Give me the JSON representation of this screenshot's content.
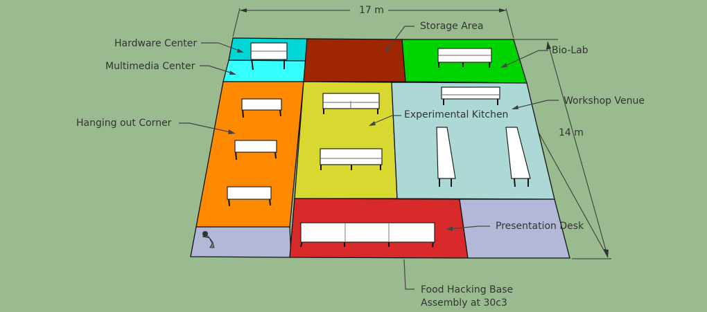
{
  "dimensions": {
    "width_label": "17 m",
    "depth_label": "14 m"
  },
  "zones": [
    {
      "name": "Hardware Center",
      "color": "#00d6d6"
    },
    {
      "name": "Multimedia Center",
      "color": "#36ffff"
    },
    {
      "name": "Storage Area",
      "color": "#9e2600"
    },
    {
      "name": "Bio-Lab",
      "color": "#00d400"
    },
    {
      "name": "Hanging out Corner",
      "color": "#ff8a00"
    },
    {
      "name": "Experimental Kitchen",
      "color": "#d8d830"
    },
    {
      "name": "Workshop Venue",
      "color": "#acd8d6"
    },
    {
      "name": "Presentation Desk",
      "color": "#b4b8d8"
    },
    {
      "name": "Food Hacking Base",
      "color": "#d82a2a"
    }
  ],
  "labels": {
    "hardware": "Hardware Center",
    "multimedia": "Multimedia Center",
    "storage": "Storage Area",
    "biolab": "Bio-Lab",
    "hanging": "Hanging out Corner",
    "kitchen": "Experimental Kitchen",
    "workshop": "Workshop Venue",
    "presentation": "Presentation Desk",
    "title_line1": "Food Hacking Base",
    "title_line2": "Assembly at 30c3"
  }
}
